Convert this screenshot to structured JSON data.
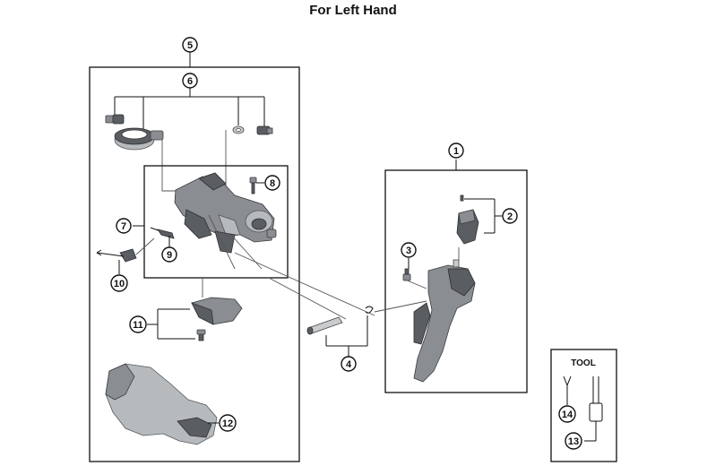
{
  "title": "For Left Hand",
  "callouts": [
    {
      "id": "c1",
      "label": "1"
    },
    {
      "id": "c2",
      "label": "2"
    },
    {
      "id": "c3",
      "label": "3"
    },
    {
      "id": "c4",
      "label": "4"
    },
    {
      "id": "c5",
      "label": "5"
    },
    {
      "id": "c6",
      "label": "6"
    },
    {
      "id": "c7",
      "label": "7"
    },
    {
      "id": "c8",
      "label": "8"
    },
    {
      "id": "c9",
      "label": "9"
    },
    {
      "id": "c10",
      "label": "10"
    },
    {
      "id": "c11",
      "label": "11"
    },
    {
      "id": "c12",
      "label": "12"
    },
    {
      "id": "c13",
      "label": "13"
    },
    {
      "id": "c14",
      "label": "14"
    }
  ],
  "tool_box": {
    "label": "TOOL"
  },
  "colors": {
    "part_dark": "#5a5d61",
    "part_mid": "#8a8d91",
    "part_light": "#b7babd",
    "line": "#111111"
  }
}
